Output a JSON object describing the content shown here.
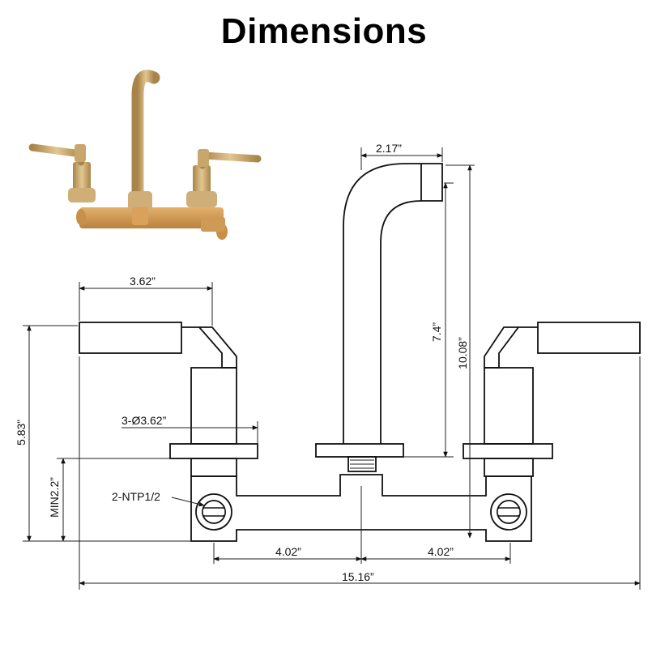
{
  "title": "Dimensions",
  "dimensions": {
    "spout_reach": "2.17”",
    "handle_length": "3.62”",
    "spout_height": "7.4”",
    "total_height": "10.08”",
    "flange_diameter": "3-Ø3.62”",
    "handle_height": "5.83”",
    "inlet_thread": "2-NTP1/2",
    "min_depth": "MIN2.2”",
    "center_left": "4.02”",
    "center_right": "4.02”",
    "overall_width": "15.16”"
  },
  "colors": {
    "brass": "#c9a66b",
    "brass_dark": "#a8844a",
    "valve_body": "#d9a15a",
    "line": "#111111"
  }
}
